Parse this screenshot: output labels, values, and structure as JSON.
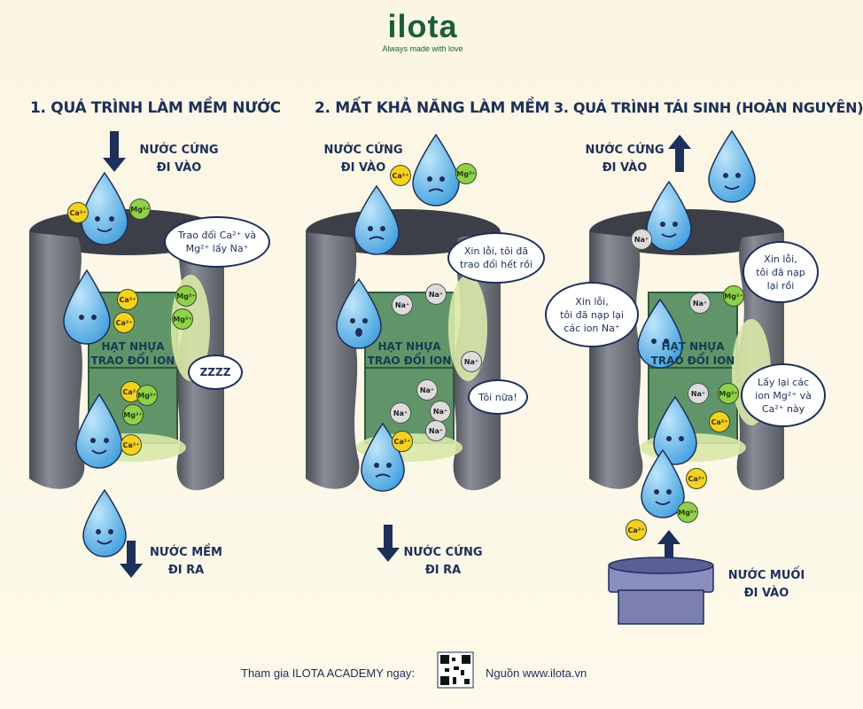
{
  "brand": {
    "name": "ilota",
    "tagline": "Always made with love"
  },
  "panels": [
    {
      "title": "1. QUÁ TRÌNH LÀM MỀM NƯỚC",
      "inflow": "NƯỚC CỨNG\nĐI VÀO",
      "outflow": "NƯỚC MỀM\nĐI RA",
      "resin": "HẠT NHỰA\nTRAO ĐỔI ION",
      "bubbles": [
        "Trao đổi Ca²⁺ và\nMg²⁺ lấy Na⁺",
        "ZZZZ"
      ],
      "ions": [
        "Ca²⁺",
        "Mg²⁺",
        "Ca²⁺",
        "Mg²⁺",
        "Mg²⁺",
        "Ca²⁺",
        "Ca²⁺",
        "Mg²⁺",
        "Mg²⁺",
        "Ca²⁺"
      ]
    },
    {
      "title": "2. MẤT KHẢ NĂNG LÀM MỀM",
      "inflow": "NƯỚC CỨNG\nĐI VÀO",
      "outflow": "NƯỚC CỨNG\nĐI RA",
      "resin": "HẠT NHỰA\nTRAO ĐỔI ION",
      "bubbles": [
        "Xin lỗi, tôi đã\ntrao đổi hết rồi",
        "Tôi nữa!"
      ],
      "ions": [
        "Ca²⁺",
        "Mg²⁺",
        "Na⁺",
        "Na⁺",
        "Na⁺",
        "Na⁺",
        "Na⁺",
        "Na⁺",
        "Na⁺",
        "Ca²⁺"
      ]
    },
    {
      "title": "3. QUÁ TRÌNH TÁI SINH (HOÀN NGUYÊN)",
      "inflow": "NƯỚC CỨNG\nĐI VÀO",
      "outflow": "NƯỚC MUỐI\nĐI VÀO",
      "resin": "HẠT NHỰA\nTRAO ĐỔI ION",
      "bubbles": [
        "Xin lỗi,\ntôi đã nạp\nlại rồi",
        "Xin lỗi,\ntôi đã nạp lại\ncác ion Na⁺",
        "Lấy lại các\nion Mg²⁺ và\nCa²⁺ này"
      ],
      "ions": [
        "Na⁺",
        "Mg²⁺",
        "Na⁺",
        "Na⁺",
        "Mg²⁺",
        "Ca²⁺",
        "Ca²⁺",
        "Mg²⁺",
        "Ca²⁺"
      ]
    }
  ],
  "footer": {
    "join": "Tham gia ILOTA ACADEMY ngay:",
    "source": "Nguồn www.ilota.vn"
  },
  "colors": {
    "navy": "#1d2f5a",
    "brand_green": "#1c5d3c",
    "pipe": "#6b6e78",
    "resin": "#4f8a5c",
    "drop": "#4fb0e8",
    "calcium": "#f5d21f",
    "magnesium": "#8fd14a",
    "sodium": "#dcdcdc",
    "brine_tank": "#7c7fb2"
  },
  "icons": [
    "water-drop-icon",
    "down-arrow-icon",
    "up-arrow-icon",
    "qr-code-icon"
  ]
}
